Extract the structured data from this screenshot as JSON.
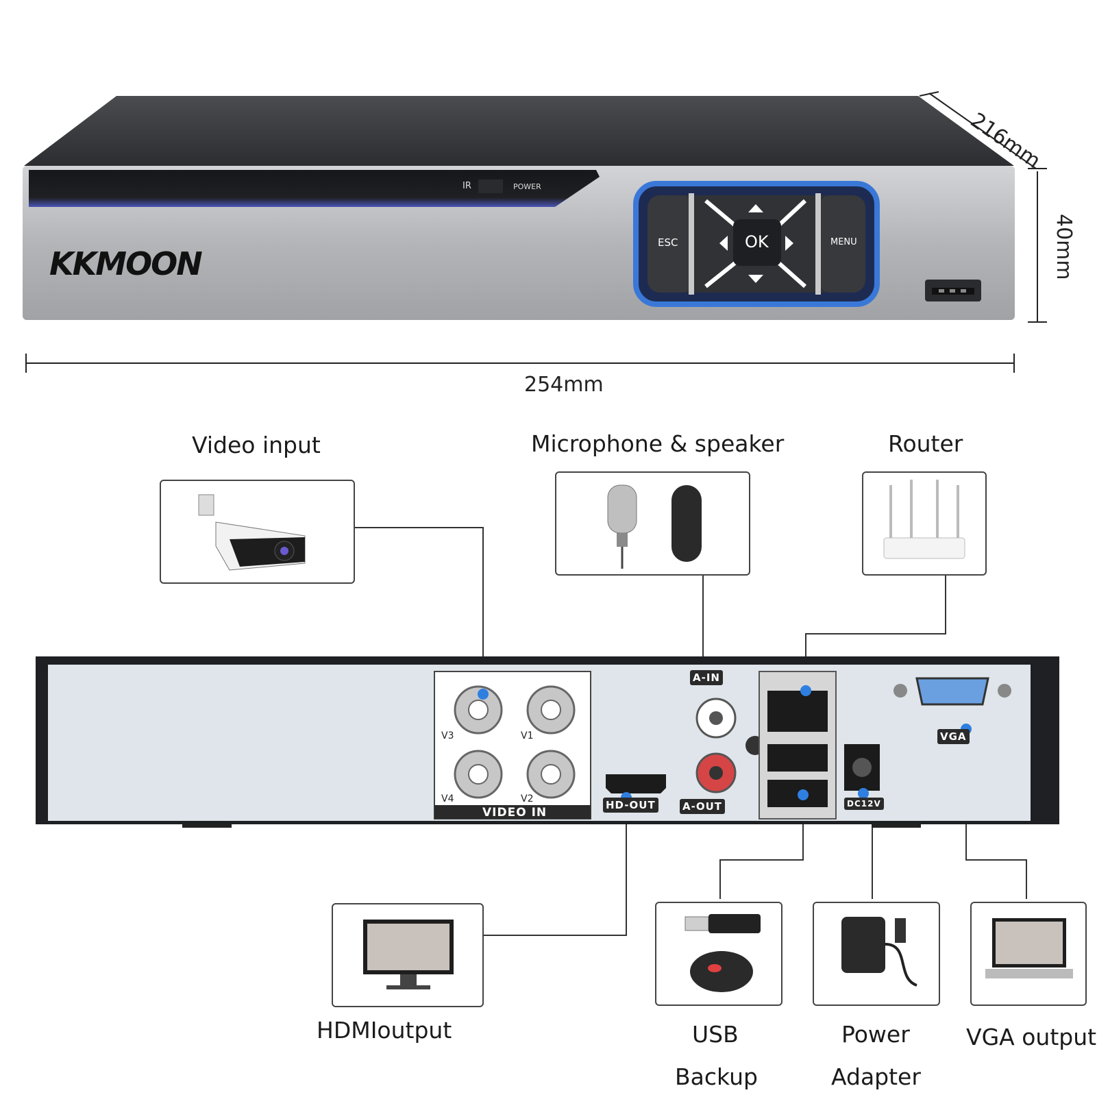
{
  "front_panel": {
    "brand": "KKMOON",
    "ir_label": "IR",
    "power_label": "POWER",
    "esc_label": "ESC",
    "ok_label": "OK",
    "menu_label": "MENU"
  },
  "dimensions": {
    "width": "254mm",
    "depth": "216mm",
    "height": "40mm"
  },
  "connections": {
    "video_input": "Video input",
    "mic_speaker": "Microphone & speaker",
    "router": "Router",
    "hdmi_output": "HDMIoutput",
    "usb_line1": "USB",
    "usb_line2": "Backup",
    "power_line1": "Power",
    "power_line2": "Adapter",
    "vga_output": "VGA output"
  },
  "rear_panel": {
    "a_in": "A-IN",
    "a_out": "A-OUT",
    "hd_out": "HD-OUT",
    "vga": "VGA",
    "dc12v": "DC12V",
    "video_in": "VIDEO IN",
    "v1": "V1",
    "v2": "V2",
    "v3": "V3",
    "v4": "V4"
  },
  "colors": {
    "accent_blue": "#2f7fe0",
    "panel_silver": "#b9babd",
    "rear_panel_bg": "#dfe5ea"
  }
}
